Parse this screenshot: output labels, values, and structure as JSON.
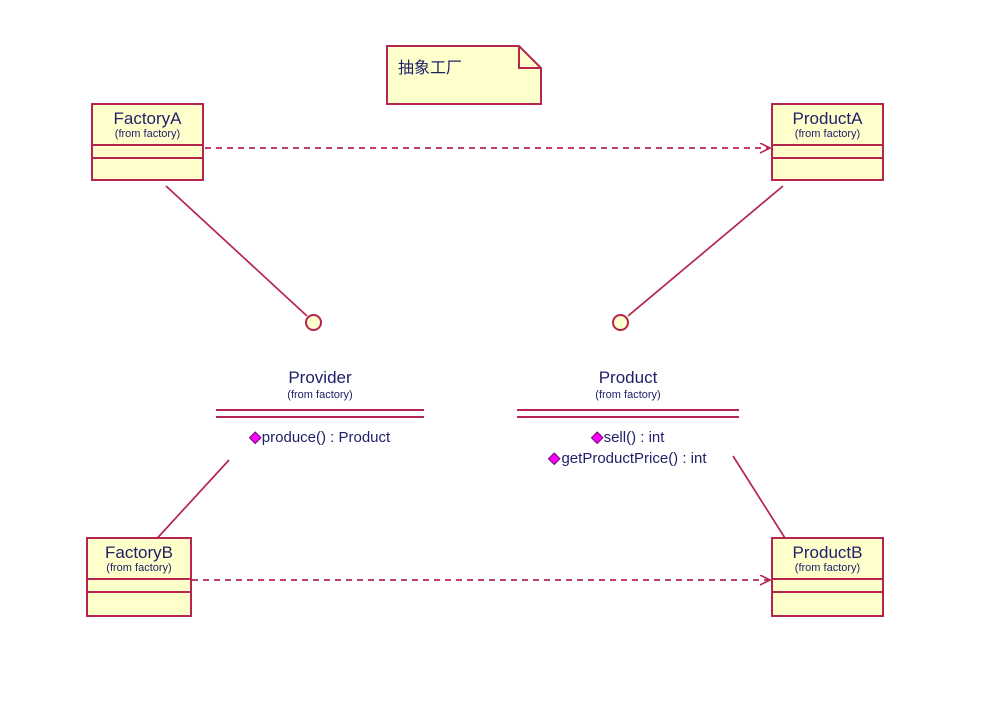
{
  "diagram": {
    "title": "Abstract Factory UML class diagram",
    "colors": {
      "border": "#b5254f",
      "fill": "#ffffcc",
      "text": "#20206a",
      "visibility_marker": "#ff00ff",
      "background": "#ffffff"
    }
  },
  "note": {
    "text": "抽象工厂"
  },
  "classes": [
    {
      "id": "factory-a",
      "name": "FactoryA",
      "from": "(from factory)",
      "compartments": [
        "",
        ""
      ]
    },
    {
      "id": "product-a",
      "name": "ProductA",
      "from": "(from factory)",
      "compartments": [
        "",
        ""
      ]
    },
    {
      "id": "factory-b",
      "name": "FactoryB",
      "from": "(from factory)",
      "compartments": [
        "",
        ""
      ]
    },
    {
      "id": "product-b",
      "name": "ProductB",
      "from": "(from factory)",
      "compartments": [
        "",
        ""
      ]
    }
  ],
  "interfaces": [
    {
      "id": "provider",
      "name": "Provider",
      "from": "(from factory)",
      "operations": [
        {
          "visibility": "protected",
          "text": "produce() : Product"
        }
      ]
    },
    {
      "id": "product",
      "name": "Product",
      "from": "(from factory)",
      "operations": [
        {
          "visibility": "protected",
          "text": "sell() : int"
        },
        {
          "visibility": "protected",
          "text": "getProductPrice() : int"
        }
      ]
    }
  ],
  "relationships": [
    {
      "id": "dep-factorya-producta",
      "type": "dependency",
      "style": "dashed",
      "source": "FactoryA",
      "target": "ProductA"
    },
    {
      "id": "dep-factoryb-productb",
      "type": "dependency",
      "style": "dashed",
      "source": "FactoryB",
      "target": "ProductB"
    },
    {
      "id": "real-factorya-provider",
      "type": "realization",
      "style": "lollipop",
      "source": "FactoryA",
      "target": "Provider"
    },
    {
      "id": "real-factoryb-provider",
      "type": "realization",
      "style": "lollipop",
      "source": "FactoryB",
      "target": "Provider"
    },
    {
      "id": "real-producta-product",
      "type": "realization",
      "style": "lollipop",
      "source": "ProductA",
      "target": "Product"
    },
    {
      "id": "real-productb-product",
      "type": "realization",
      "style": "lollipop",
      "source": "ProductB",
      "target": "Product"
    }
  ]
}
